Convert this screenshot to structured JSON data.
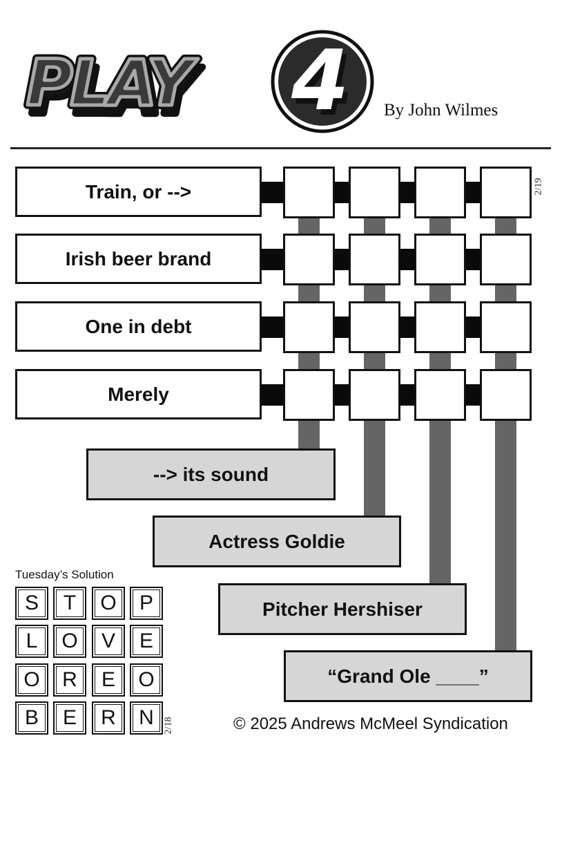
{
  "header": {
    "logo_text": "PLAY",
    "logo_number": "4",
    "byline": "By John Wilmes"
  },
  "puzzle": {
    "date": "2/19",
    "across_clues": [
      "Train, or -->",
      "Irish beer brand",
      "One in debt",
      "Merely"
    ],
    "down_clues": [
      "--> its sound",
      "Actress Goldie",
      "Pitcher Hershiser",
      "“Grand Ole ____”"
    ]
  },
  "solution": {
    "title": "Tuesday’s Solution",
    "date": "2/18",
    "rows": [
      [
        "S",
        "T",
        "O",
        "P"
      ],
      [
        "L",
        "O",
        "V",
        "E"
      ],
      [
        "O",
        "R",
        "E",
        "O"
      ],
      [
        "B",
        "E",
        "R",
        "N"
      ]
    ]
  },
  "footer": {
    "copyright": "© 2025 Andrews McMeel Syndication"
  },
  "colors": {
    "across_connector": "#0a0a0a",
    "down_connector": "#656565",
    "down_clue_fill": "#d6d6d6",
    "logo_dark": "#2b2b2b",
    "logo_light": "#a8a8a8"
  }
}
